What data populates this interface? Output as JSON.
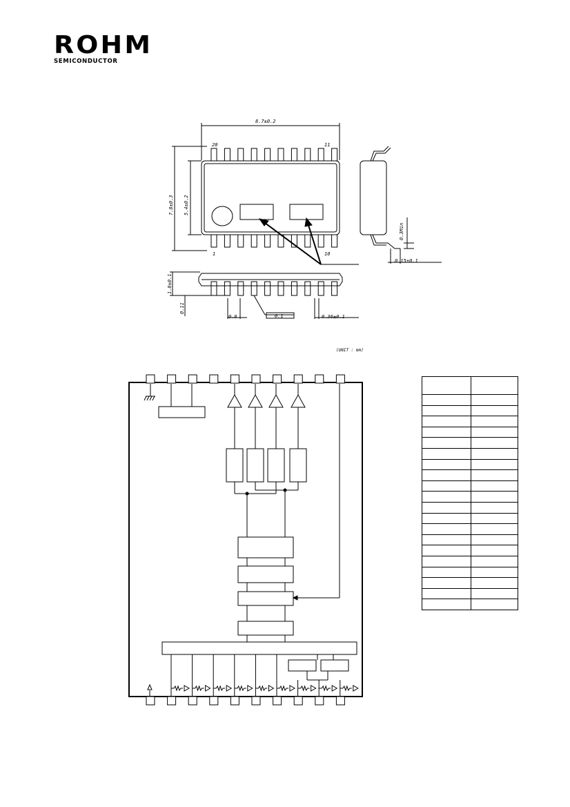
{
  "brand": {
    "name": "ROHM",
    "tagline": "SEMICONDUCTOR"
  },
  "package_drawing": {
    "dim_width": "8.7±0.2",
    "dim_total_height": "7.8±0.3",
    "dim_body_width": "5.4±0.2",
    "dim_thickness": "1.8±0.1",
    "dim_standoff": "0.11",
    "dim_pitch": "0.8",
    "dim_coplanarity": "0.1",
    "dim_lead_width": "0.36±0.1",
    "dim_lead_length": "0.3Min",
    "dim_lead_thickness": "0.15±0.1",
    "pin_top_left": "20",
    "pin_top_right": "11",
    "pin_bottom_left": "1",
    "pin_bottom_right": "10",
    "unit_note": "(UNIT : mm)"
  },
  "pin_table": {
    "header": [
      "",
      ""
    ],
    "row_count": 20
  }
}
